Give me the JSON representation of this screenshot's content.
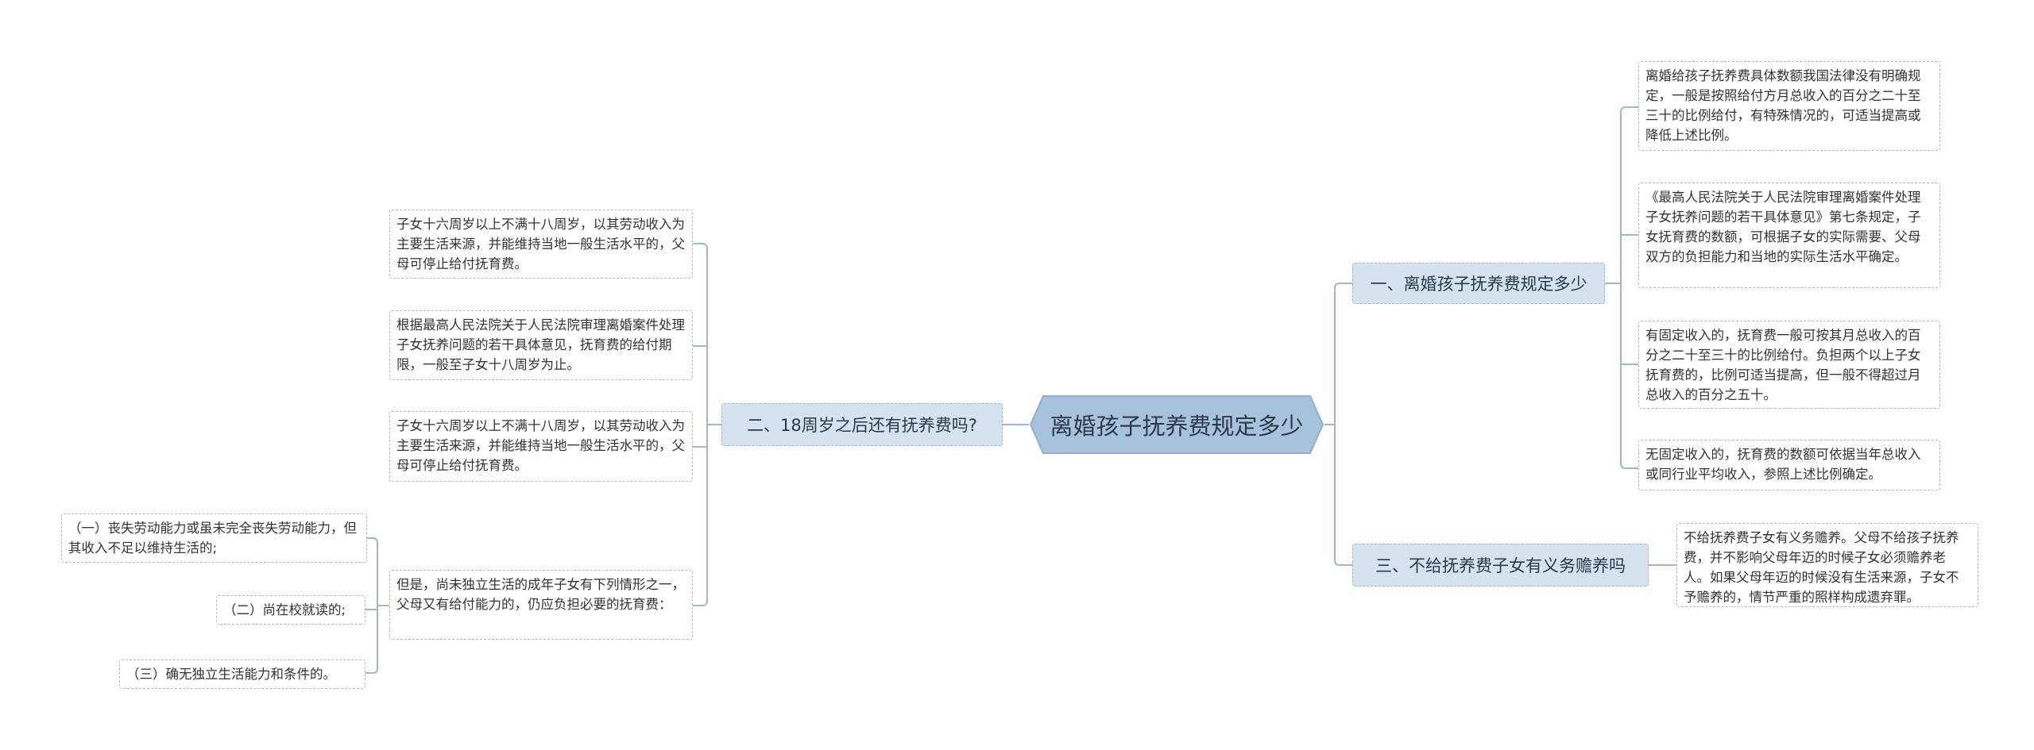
{
  "mindmap": {
    "center": "离婚孩子抚养费规定多少",
    "branch1": {
      "title": "一、离婚孩子抚养费规定多少",
      "items": [
        "离婚给孩子抚养费具体数额我国法律没有明确规定，一般是按照给付方月总收入的百分之二十至三十的比例给付，有特殊情况的，可适当提高或降低上述比例。",
        "《最高人民法院关于人民法院审理离婚案件处理子女抚养问题的若干具体意见》第七条规定，子女抚育费的数额，可根据子女的实际需要、父母双方的负担能力和当地的实际生活水平确定。",
        "有固定收入的，抚育费一般可按其月总收入的百分之二十至三十的比例给付。负担两个以上子女抚育费的，比例可适当提高，但一般不得超过月总收入的百分之五十。",
        "无固定收入的，抚育费的数额可依据当年总收入或同行业平均收入，参照上述比例确定。"
      ]
    },
    "branch2": {
      "title": "二、18周岁之后还有抚养费吗?",
      "items": [
        "子女十六周岁以上不满十八周岁，以其劳动收入为主要生活来源，并能维持当地一般生活水平的，父母可停止给付抚育费。",
        "根据最高人民法院关于人民法院审理离婚案件处理子女抚养问题的若干具体意见，抚育费的给付期限，一般至子女十八周岁为止。",
        "子女十六周岁以上不满十八周岁，以其劳动收入为主要生活来源，并能维持当地一般生活水平的，父母可停止给付抚育费。",
        "但是，尚未独立生活的成年子女有下列情形之一，父母又有给付能力的，仍应负担必要的抚育费："
      ],
      "subitems": [
        "（一）丧失劳动能力或虽未完全丧失劳动能力，但其收入不足以维持生活的;",
        "（二）尚在校就读的;",
        "（三）确无独立生活能力和条件的。"
      ]
    },
    "branch3": {
      "title": "三、不给抚养费子女有义务赡养吗",
      "items": [
        "不给抚养费子女有义务赡养。父母不给孩子抚养费，并不影响父母年迈的时候子女必须赡养老人。如果父母年迈的时候没有生活来源，子女不予赡养的，情节严重的照样构成遗弃罪。"
      ]
    },
    "colors": {
      "line": "#9fb6cc",
      "center_fill": "#a9c2dc",
      "branch_fill": "#d6e2ee"
    }
  }
}
